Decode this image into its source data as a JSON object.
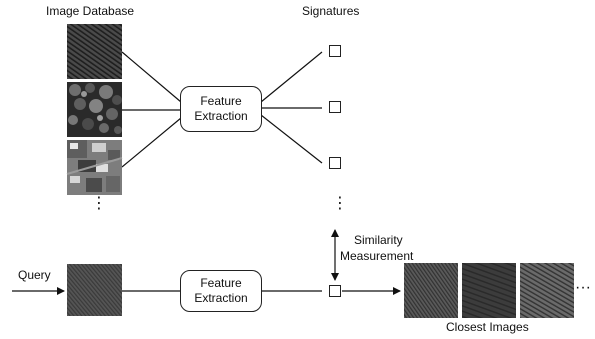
{
  "labels": {
    "image_database": "Image Database",
    "signatures": "Signatures",
    "feature_extraction_line1": "Feature",
    "feature_extraction_line2": "Extraction",
    "similarity_line1": "Similarity",
    "similarity_line2": "Measurement",
    "query": "Query",
    "closest_images": "Closest Images"
  },
  "ellipsis_vertical": "⋮",
  "ellipsis_horizontal": "···",
  "colors": {
    "line": "#111111",
    "texture_dark": "#3a3a3a",
    "texture_light": "#8a8a8a",
    "trees_dark": "#1e1e1e",
    "trees_light": "#6e6e6e",
    "aerial_base": "#7a7a7a"
  },
  "icons": {
    "signature_box": "square-outline",
    "arrow": "arrowhead"
  }
}
